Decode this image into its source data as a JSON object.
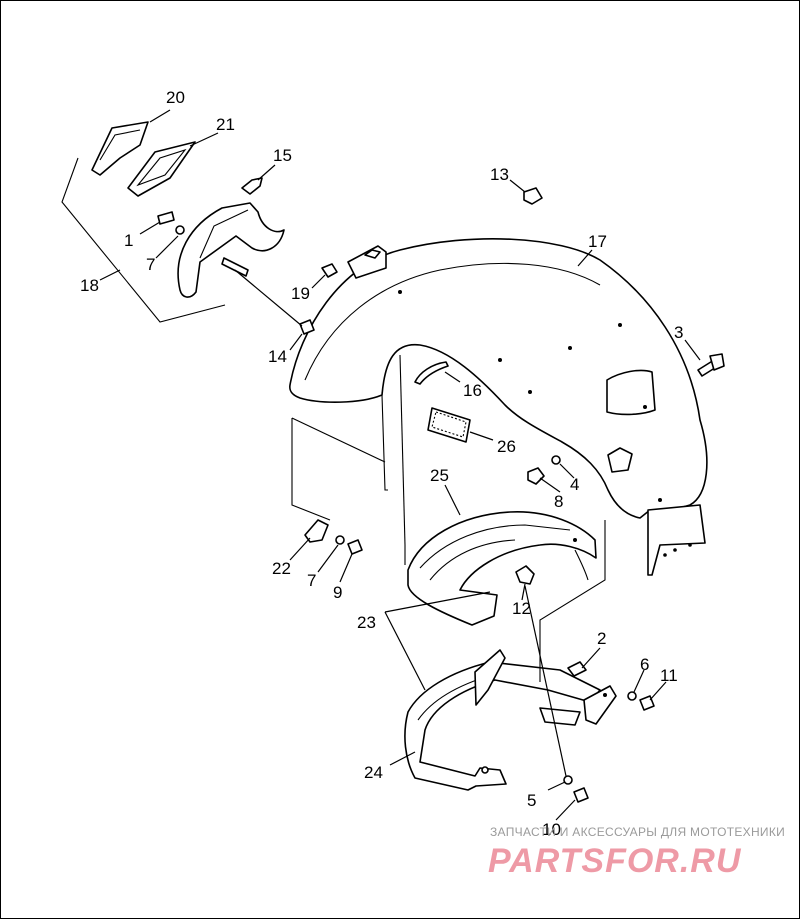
{
  "diagram": {
    "callouts": [
      {
        "id": "c1",
        "label": "1"
      },
      {
        "id": "c2",
        "label": "2"
      },
      {
        "id": "c3",
        "label": "3"
      },
      {
        "id": "c4",
        "label": "4"
      },
      {
        "id": "c5",
        "label": "5"
      },
      {
        "id": "c6",
        "label": "6"
      },
      {
        "id": "c7a",
        "label": "7"
      },
      {
        "id": "c7b",
        "label": "7"
      },
      {
        "id": "c8",
        "label": "8"
      },
      {
        "id": "c9",
        "label": "9"
      },
      {
        "id": "c10",
        "label": "10"
      },
      {
        "id": "c11",
        "label": "11"
      },
      {
        "id": "c12",
        "label": "12"
      },
      {
        "id": "c13",
        "label": "13"
      },
      {
        "id": "c14",
        "label": "14"
      },
      {
        "id": "c15",
        "label": "15"
      },
      {
        "id": "c16",
        "label": "16"
      },
      {
        "id": "c17",
        "label": "17"
      },
      {
        "id": "c18",
        "label": "18"
      },
      {
        "id": "c19",
        "label": "19"
      },
      {
        "id": "c20",
        "label": "20"
      },
      {
        "id": "c21",
        "label": "21"
      },
      {
        "id": "c22",
        "label": "22"
      },
      {
        "id": "c23",
        "label": "23"
      },
      {
        "id": "c24",
        "label": "24"
      },
      {
        "id": "c25",
        "label": "25"
      },
      {
        "id": "c26",
        "label": "26"
      }
    ]
  },
  "watermark": {
    "tagline": "ЗАПЧАСТИ И АКСЕССУАРЫ ДЛЯ МОТОТЕХНИКИ",
    "brand": "PARTSFOR.RU",
    "color": "#ee9aa6"
  }
}
